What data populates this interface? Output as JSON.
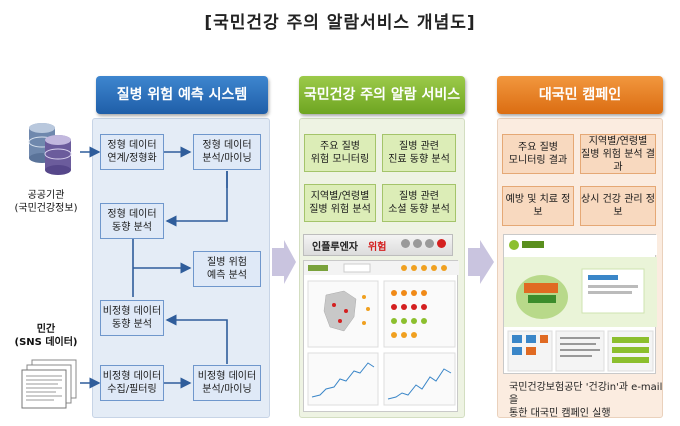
{
  "title": "[국민건강 주의 알람서비스 개념도]",
  "sources": {
    "public": "공공기관\n(국민건강정보)",
    "private": "민간\n(SNS 데이터)"
  },
  "panel1": {
    "header": "질병 위험 예측 시스템",
    "boxes": {
      "structured_link": "정형 데이터\n연계/정형화",
      "structured_analysis": "정형 데이터\n분석/마이닝",
      "structured_trend": "정형 데이터\n동향 분석",
      "risk_forecast": "질병 위험\n예측 분석",
      "unstructured_trend": "비정형 데이터\n동향 분석",
      "unstructured_collect": "비정형 데이터\n수집/필터링",
      "unstructured_analysis": "비정형 데이터\n분석/마이닝"
    }
  },
  "panel2": {
    "header": "국민건강 주의 알람 서비스",
    "boxes": {
      "major_monitor": "주요 질병\n위험 모니터링",
      "clinic_trend": "질병 관련\n진료 동향 분석",
      "regional_risk": "지역별/연령별\n질병 위험 분석",
      "social_trend": "질병 관련\n소셜 동향 분석"
    },
    "influenza": {
      "label": "인플루엔자",
      "level": "위험"
    }
  },
  "panel3": {
    "header": "대국민 캠페인",
    "boxes": {
      "monitor_result": "주요 질병\n모니터링 결과",
      "regional_result": "지역별/연령별\n질병 위험 분석 결과",
      "prevention": "예방 및 치료 정보",
      "daily_health": "상시 건강 관리 정보"
    },
    "caption": "국민건강보험공단 '건강in'과 e-mail을\n통한 대국민 캠페인 실행"
  },
  "colors": {
    "blue": "#1f5ea8",
    "green": "#6ea521",
    "orange": "#db6d12",
    "risk_red": "#d42020"
  }
}
